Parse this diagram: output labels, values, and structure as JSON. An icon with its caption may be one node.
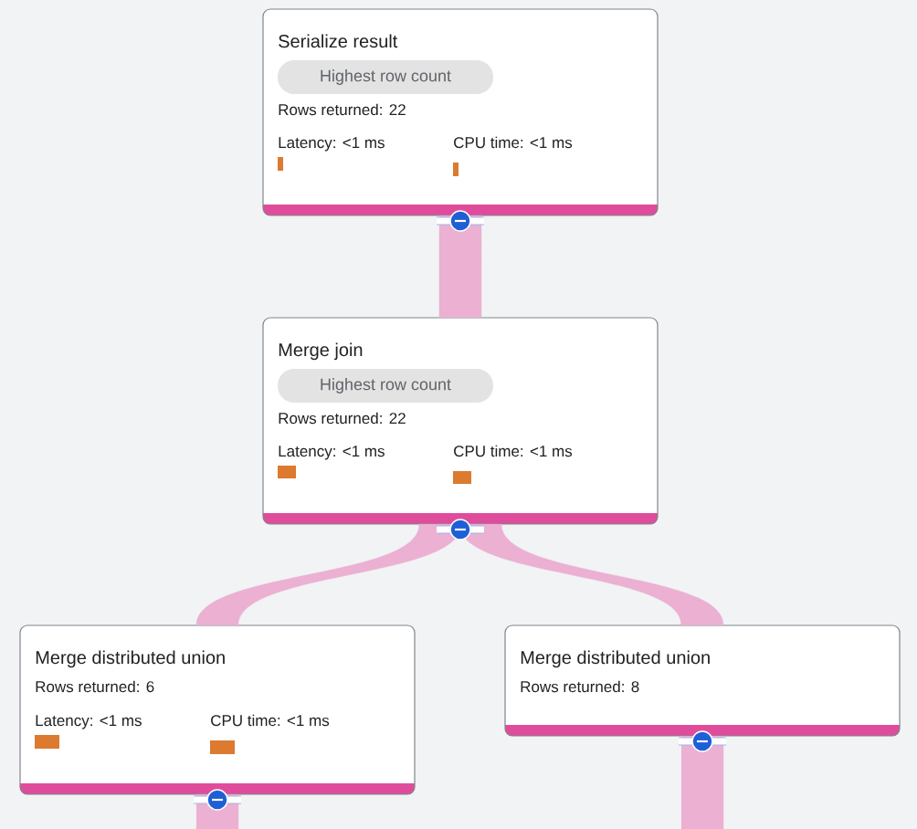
{
  "diagram": {
    "nodes": [
      {
        "text": [
          "Serialize result",
          "Rows returned: 22",
          "Latency: <1 ms",
          "CPU time: <1 ms"
        ]
      },
      {
        "text": [
          "Highest row count"
        ],
        "in": 0
      },
      {
        "text": [
          "Merge join",
          "Rows returned: 22",
          "Latency: <1 ms",
          "CPU time: <1 ms"
        ]
      },
      {
        "text": [
          "Highest row count"
        ],
        "in": 2
      },
      {
        "text": [
          "Merge distributed union",
          "Rows returned: 6",
          "Latency: <1 ms",
          "CPU time: <1 ms"
        ]
      },
      {
        "text": [
          "Merge distributed union",
          "Rows returned: 8"
        ]
      }
    ],
    "edges": [
      {
        "from": 0,
        "to": 2,
        "arrow": "none"
      },
      {
        "from": 2,
        "to": 4,
        "arrow": "none"
      },
      {
        "from": 2,
        "to": 5,
        "arrow": "none"
      },
      {
        "from": 4,
        "to": null,
        "arrow": "none"
      },
      {
        "from": 5,
        "to": null,
        "arrow": "none"
      }
    ]
  }
}
